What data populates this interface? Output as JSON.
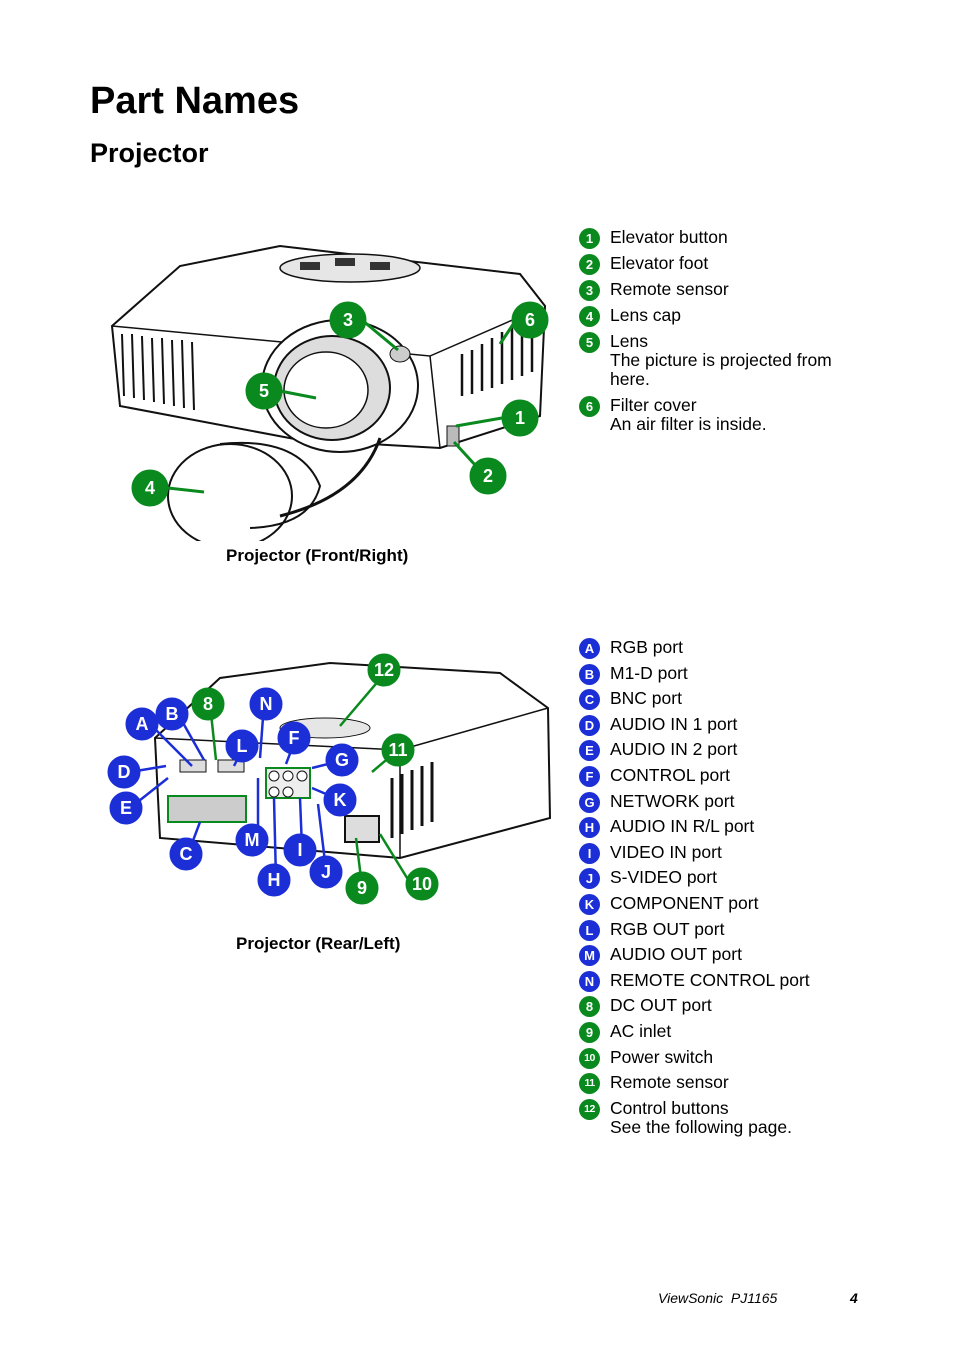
{
  "page": {
    "title": "Part Names",
    "subtitle": "Projector"
  },
  "front": {
    "caption": "Projector (Front/Right)",
    "callouts": [
      "1",
      "2",
      "3",
      "4",
      "5",
      "6"
    ],
    "items": [
      {
        "badge": "1",
        "label": "Elevator button",
        "desc": ""
      },
      {
        "badge": "2",
        "label": "Elevator foot",
        "desc": ""
      },
      {
        "badge": "3",
        "label": "Remote sensor",
        "desc": ""
      },
      {
        "badge": "4",
        "label": "Lens cap",
        "desc": ""
      },
      {
        "badge": "5",
        "label": "Lens",
        "desc": "The picture is projected from here."
      },
      {
        "badge": "6",
        "label": "Filter cover",
        "desc": "An air filter is inside."
      }
    ]
  },
  "rear": {
    "caption": "Projector (Rear/Left)",
    "callouts": [
      "A",
      "B",
      "C",
      "D",
      "E",
      "F",
      "G",
      "H",
      "I",
      "J",
      "K",
      "L",
      "M",
      "N",
      "8",
      "9",
      "10",
      "11",
      "12"
    ],
    "items": [
      {
        "badge": "A",
        "label": "RGB port",
        "desc": ""
      },
      {
        "badge": "B",
        "label": "M1-D port",
        "desc": ""
      },
      {
        "badge": "C",
        "label": "BNC port",
        "desc": ""
      },
      {
        "badge": "D",
        "label": "AUDIO IN 1 port",
        "desc": ""
      },
      {
        "badge": "E",
        "label": "AUDIO IN 2 port",
        "desc": ""
      },
      {
        "badge": "F",
        "label": "CONTROL port",
        "desc": ""
      },
      {
        "badge": "G",
        "label": "NETWORK port",
        "desc": ""
      },
      {
        "badge": "H",
        "label": "AUDIO IN R/L port",
        "desc": ""
      },
      {
        "badge": "I",
        "label": "VIDEO IN port",
        "desc": ""
      },
      {
        "badge": "J",
        "label": "S-VIDEO port",
        "desc": ""
      },
      {
        "badge": "K",
        "label": "COMPONENT port",
        "desc": ""
      },
      {
        "badge": "L",
        "label": "RGB OUT port",
        "desc": ""
      },
      {
        "badge": "M",
        "label": "AUDIO OUT port",
        "desc": ""
      },
      {
        "badge": "N",
        "label": "REMOTE CONTROL port",
        "desc": ""
      },
      {
        "badge": "8",
        "label": "DC OUT port",
        "desc": ""
      },
      {
        "badge": "9",
        "label": "AC inlet",
        "desc": ""
      },
      {
        "badge": "10",
        "label": "Power switch",
        "desc": ""
      },
      {
        "badge": "11",
        "label": "Remote sensor",
        "desc": ""
      },
      {
        "badge": "12",
        "label": "Control buttons",
        "desc": "See the following page."
      }
    ]
  },
  "colors": {
    "number_badge": "#0a8a1e",
    "letter_badge": "#1c2fd6"
  },
  "footer": {
    "brand": "ViewSonic  PJ1165",
    "page_number": "4"
  }
}
